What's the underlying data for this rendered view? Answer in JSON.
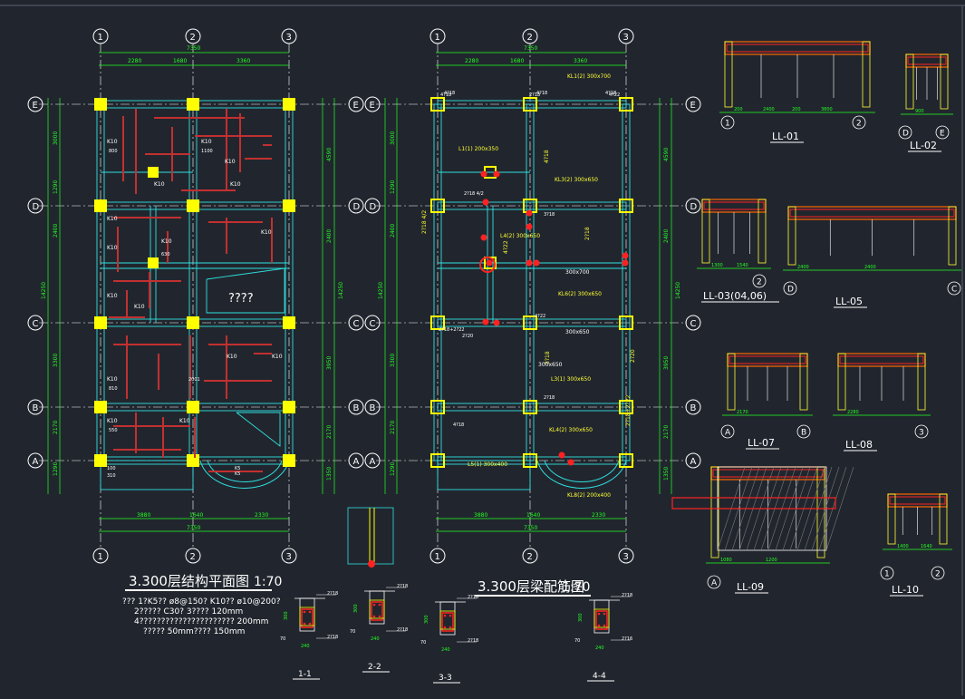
{
  "grid_labels": {
    "cols": [
      "1",
      "2",
      "3"
    ],
    "rows": [
      "E",
      "D",
      "C",
      "B",
      "A"
    ]
  },
  "plan1": {
    "title": "3.300层结构平面图",
    "scale": "1:70",
    "top_dims": [
      "2280",
      "1680",
      "3360"
    ],
    "top_total": "7350",
    "bottom_dims": [
      "3880",
      "1640",
      "2330"
    ],
    "bottom_total": "7350",
    "left_dims": [
      "3000",
      "1290",
      "2400",
      "3300",
      "2170",
      "1290"
    ],
    "left_total": "14250",
    "right_dims": [
      "4590",
      "2400",
      "3950",
      "2170",
      "1350"
    ],
    "right_total": "14250",
    "slab_labels": [
      "K10",
      "K10",
      "K10",
      "K10",
      "K10",
      "K10",
      "K10",
      "K10",
      "K10",
      "K10",
      "K10",
      "K10",
      "K10",
      "K10",
      "K10",
      "K10"
    ],
    "misc_labels": [
      "800",
      "1100",
      "630",
      "810",
      "550",
      "310",
      "100",
      "2001",
      "K5",
      "K5"
    ],
    "center_label": "????",
    "notes": [
      "??? 1?K5?? ø8@150? K10?? ø10@200?",
      "2????? C30?       3???? 120mm",
      "4??????????????????????       200mm",
      "?????  50mm????  150mm"
    ]
  },
  "plan2": {
    "title": "3.300层梁配筋图",
    "scale": "1:70",
    "top_dims": [
      "2280",
      "1680",
      "3360"
    ],
    "top_total": "7350",
    "bottom_dims": [
      "3880",
      "1640",
      "2330"
    ],
    "bottom_total": "7350",
    "left_dims": [
      "3000",
      "1290",
      "2400",
      "3300",
      "2170",
      "1290"
    ],
    "left_total": "14250",
    "right_dims": [
      "4590",
      "2400",
      "3950",
      "2170",
      "1350"
    ],
    "right_total": "14250",
    "top_bar_labels": [
      "4?18",
      "4?18",
      "4?18"
    ],
    "beam_callouts": [
      "KL1(2) 300x700",
      "L1(1) 200x350",
      "KL3(2) 300x650",
      "L4(2) 300x650",
      "KL6(2) 300x650",
      "L3(1) 300x650",
      "KL4(2) 300x650",
      "L5(1) 300x400",
      "KL8(2) 200x400"
    ],
    "rebar_labels": [
      "4?18",
      "2?18",
      "4?22",
      "2?18 4/2",
      "3?18",
      "2?18+2?22",
      "2?20",
      "4?22",
      "4?18",
      "2?18"
    ],
    "beam_sizes": [
      "300x700",
      "300x650",
      "300x650"
    ]
  },
  "beam_details": [
    {
      "name": "LL-01",
      "dims": [
        "200",
        "2400",
        "200",
        "3800"
      ],
      "grid": [
        "1",
        "2"
      ]
    },
    {
      "name": "LL-02",
      "dims": [
        "900"
      ],
      "grid": [
        "D",
        "E"
      ]
    },
    {
      "name": "LL-03(04,06)",
      "dims": [
        "1300",
        "1540"
      ],
      "grid": [
        "2"
      ]
    },
    {
      "name": "LL-05",
      "dims": [
        "2400",
        "2400"
      ],
      "grid": [
        "D",
        "C"
      ]
    },
    {
      "name": "LL-07",
      "dims": [
        "2170"
      ],
      "grid": [
        "A",
        "B"
      ]
    },
    {
      "name": "LL-08",
      "dims": [
        "2280"
      ],
      "grid": [
        "3"
      ]
    },
    {
      "name": "LL-09",
      "dims": [
        "1080",
        "1200"
      ],
      "grid": [
        "A"
      ]
    },
    {
      "name": "LL-10",
      "dims": [
        "1400",
        "1640"
      ],
      "grid": [
        "2",
        "1"
      ]
    }
  ],
  "sections": [
    {
      "name": "1-1",
      "top": "2?18",
      "bottom": "2?18"
    },
    {
      "name": "2-2",
      "top": "2?18",
      "bottom": "2?18"
    },
    {
      "name": "3-3",
      "top": "2?18",
      "bottom": "2?18"
    },
    {
      "name": "4-4",
      "top": "2?18",
      "bottom": "2?16"
    }
  ],
  "section_dims": [
    "240",
    "300",
    "70"
  ],
  "colors": {
    "background": "#21262e",
    "grid_axis": "#ffffff",
    "beam_outline": "#2fe0e0",
    "column": "#ffff00",
    "dimension": "#22ff22",
    "rebar": "#c23030",
    "label": "#ffff33",
    "highlight": "#ff2222"
  }
}
